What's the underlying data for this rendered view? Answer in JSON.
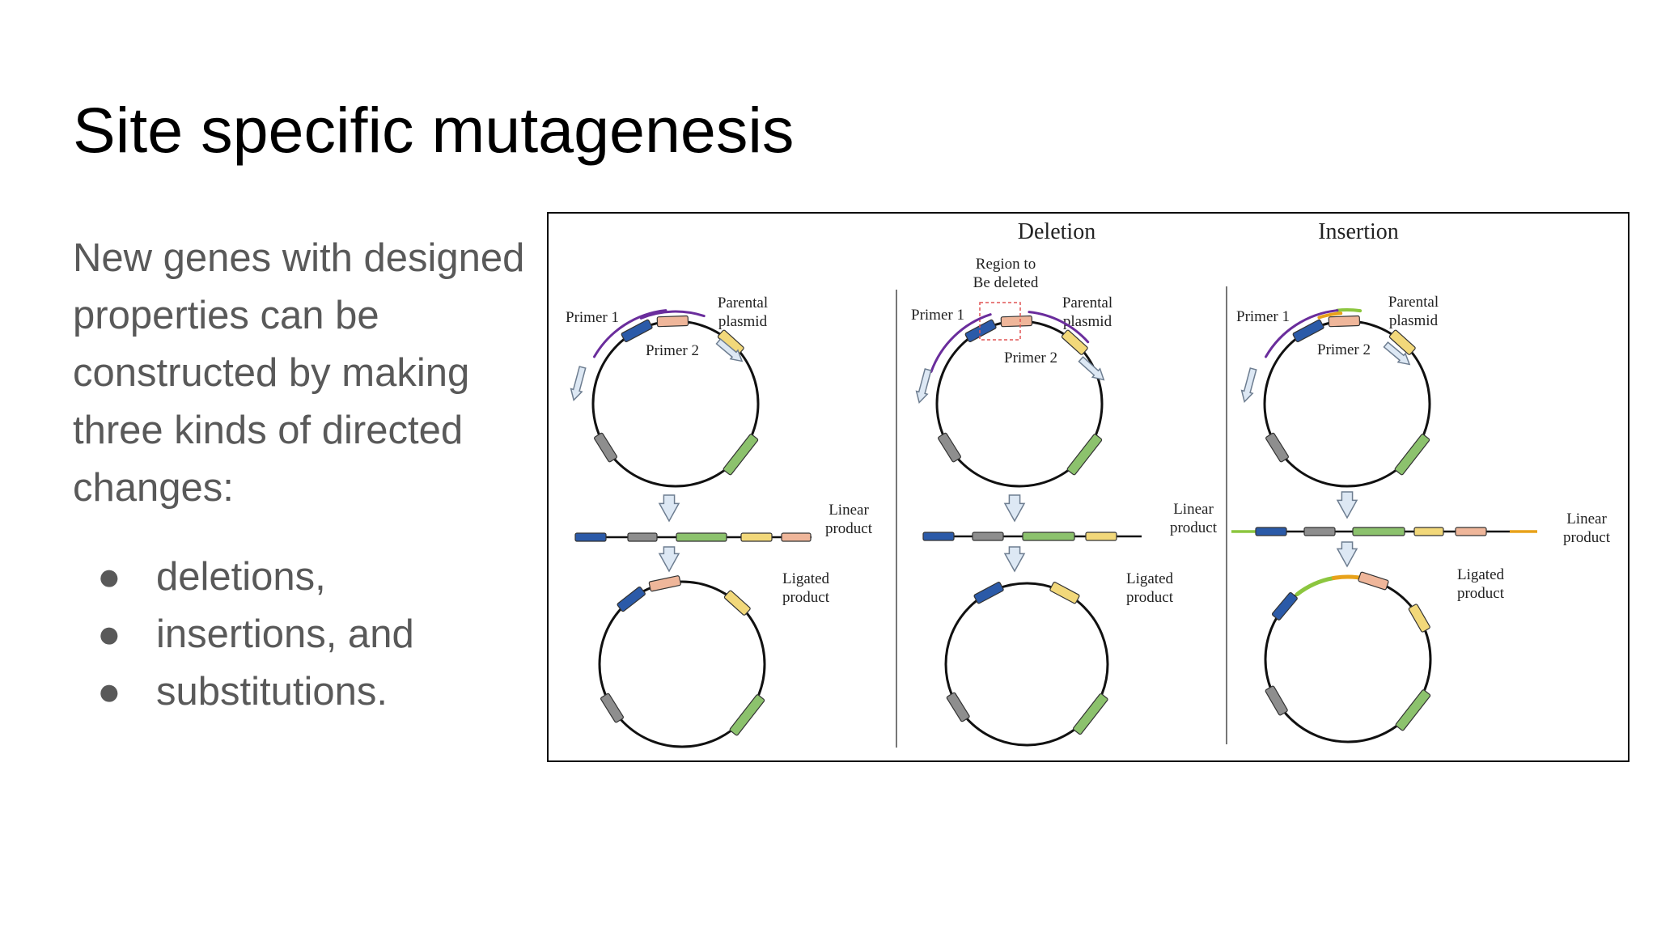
{
  "slide": {
    "title": "Site specific mutagenesis",
    "body": "New genes with designed properties can be constructed by making three kinds of directed changes:",
    "bullets": [
      "deletions,",
      "insertions, and",
      "substitutions."
    ],
    "bullet_marker": "●"
  },
  "figure": {
    "headers": {
      "deletion": "Deletion",
      "insertion": "Insertion"
    },
    "labels": {
      "primer1": "Primer 1",
      "primer2": "Primer 2",
      "parental_line1": "Parental",
      "parental_line2": "plasmid",
      "linear_line1": "Linear",
      "linear_line2": "product",
      "ligated_line1": "Ligated",
      "ligated_line2": "product",
      "region_line1": "Region to",
      "region_line2": "Be deleted"
    },
    "colors": {
      "blue": "#2b5aa8",
      "gray": "#8e8e8e",
      "green": "#8cc26d",
      "yellow": "#f2d87a",
      "peach": "#efb69a",
      "primer_purple": "#6a2d9c",
      "insert_green": "#8cc63f",
      "insert_orange": "#e8a21a",
      "arrow_fill": "#dde8f4",
      "arrow_stroke": "#6d7d90",
      "frame": "#000000",
      "deletion_box": "#e05555"
    }
  }
}
